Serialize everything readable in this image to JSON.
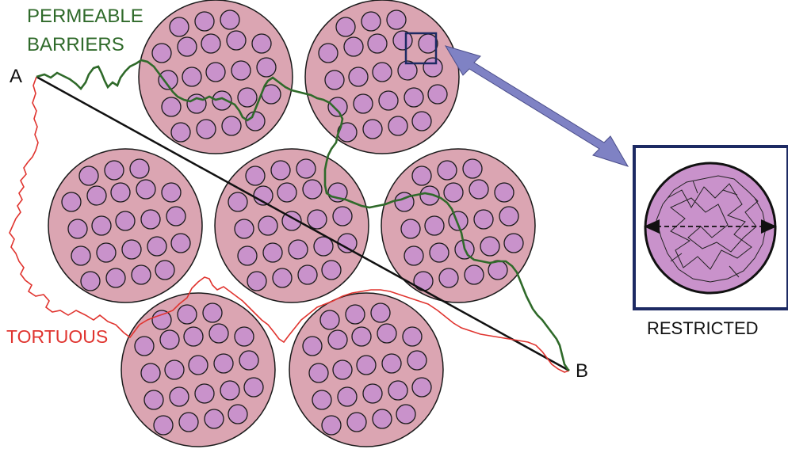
{
  "labels": {
    "permeable_line1": "PERMEABLE",
    "permeable_line2": "BARRIERS",
    "point_a": "A",
    "point_b": "B",
    "tortuous": "TORTUOUS",
    "restricted": "RESTRICTED"
  },
  "colors": {
    "fiber_fill": "#dba5b2",
    "cell_fill": "#c992cb",
    "outline": "#1a1a1a",
    "permeable_path": "#2f6a2a",
    "tortuous_path": "#e0342f",
    "arrow_fill": "#7f82c4",
    "inset_border": "#1d2a63"
  },
  "icons": {
    "inset": "zoom-inset-icon",
    "arrow": "double-headed-arrow-icon"
  }
}
